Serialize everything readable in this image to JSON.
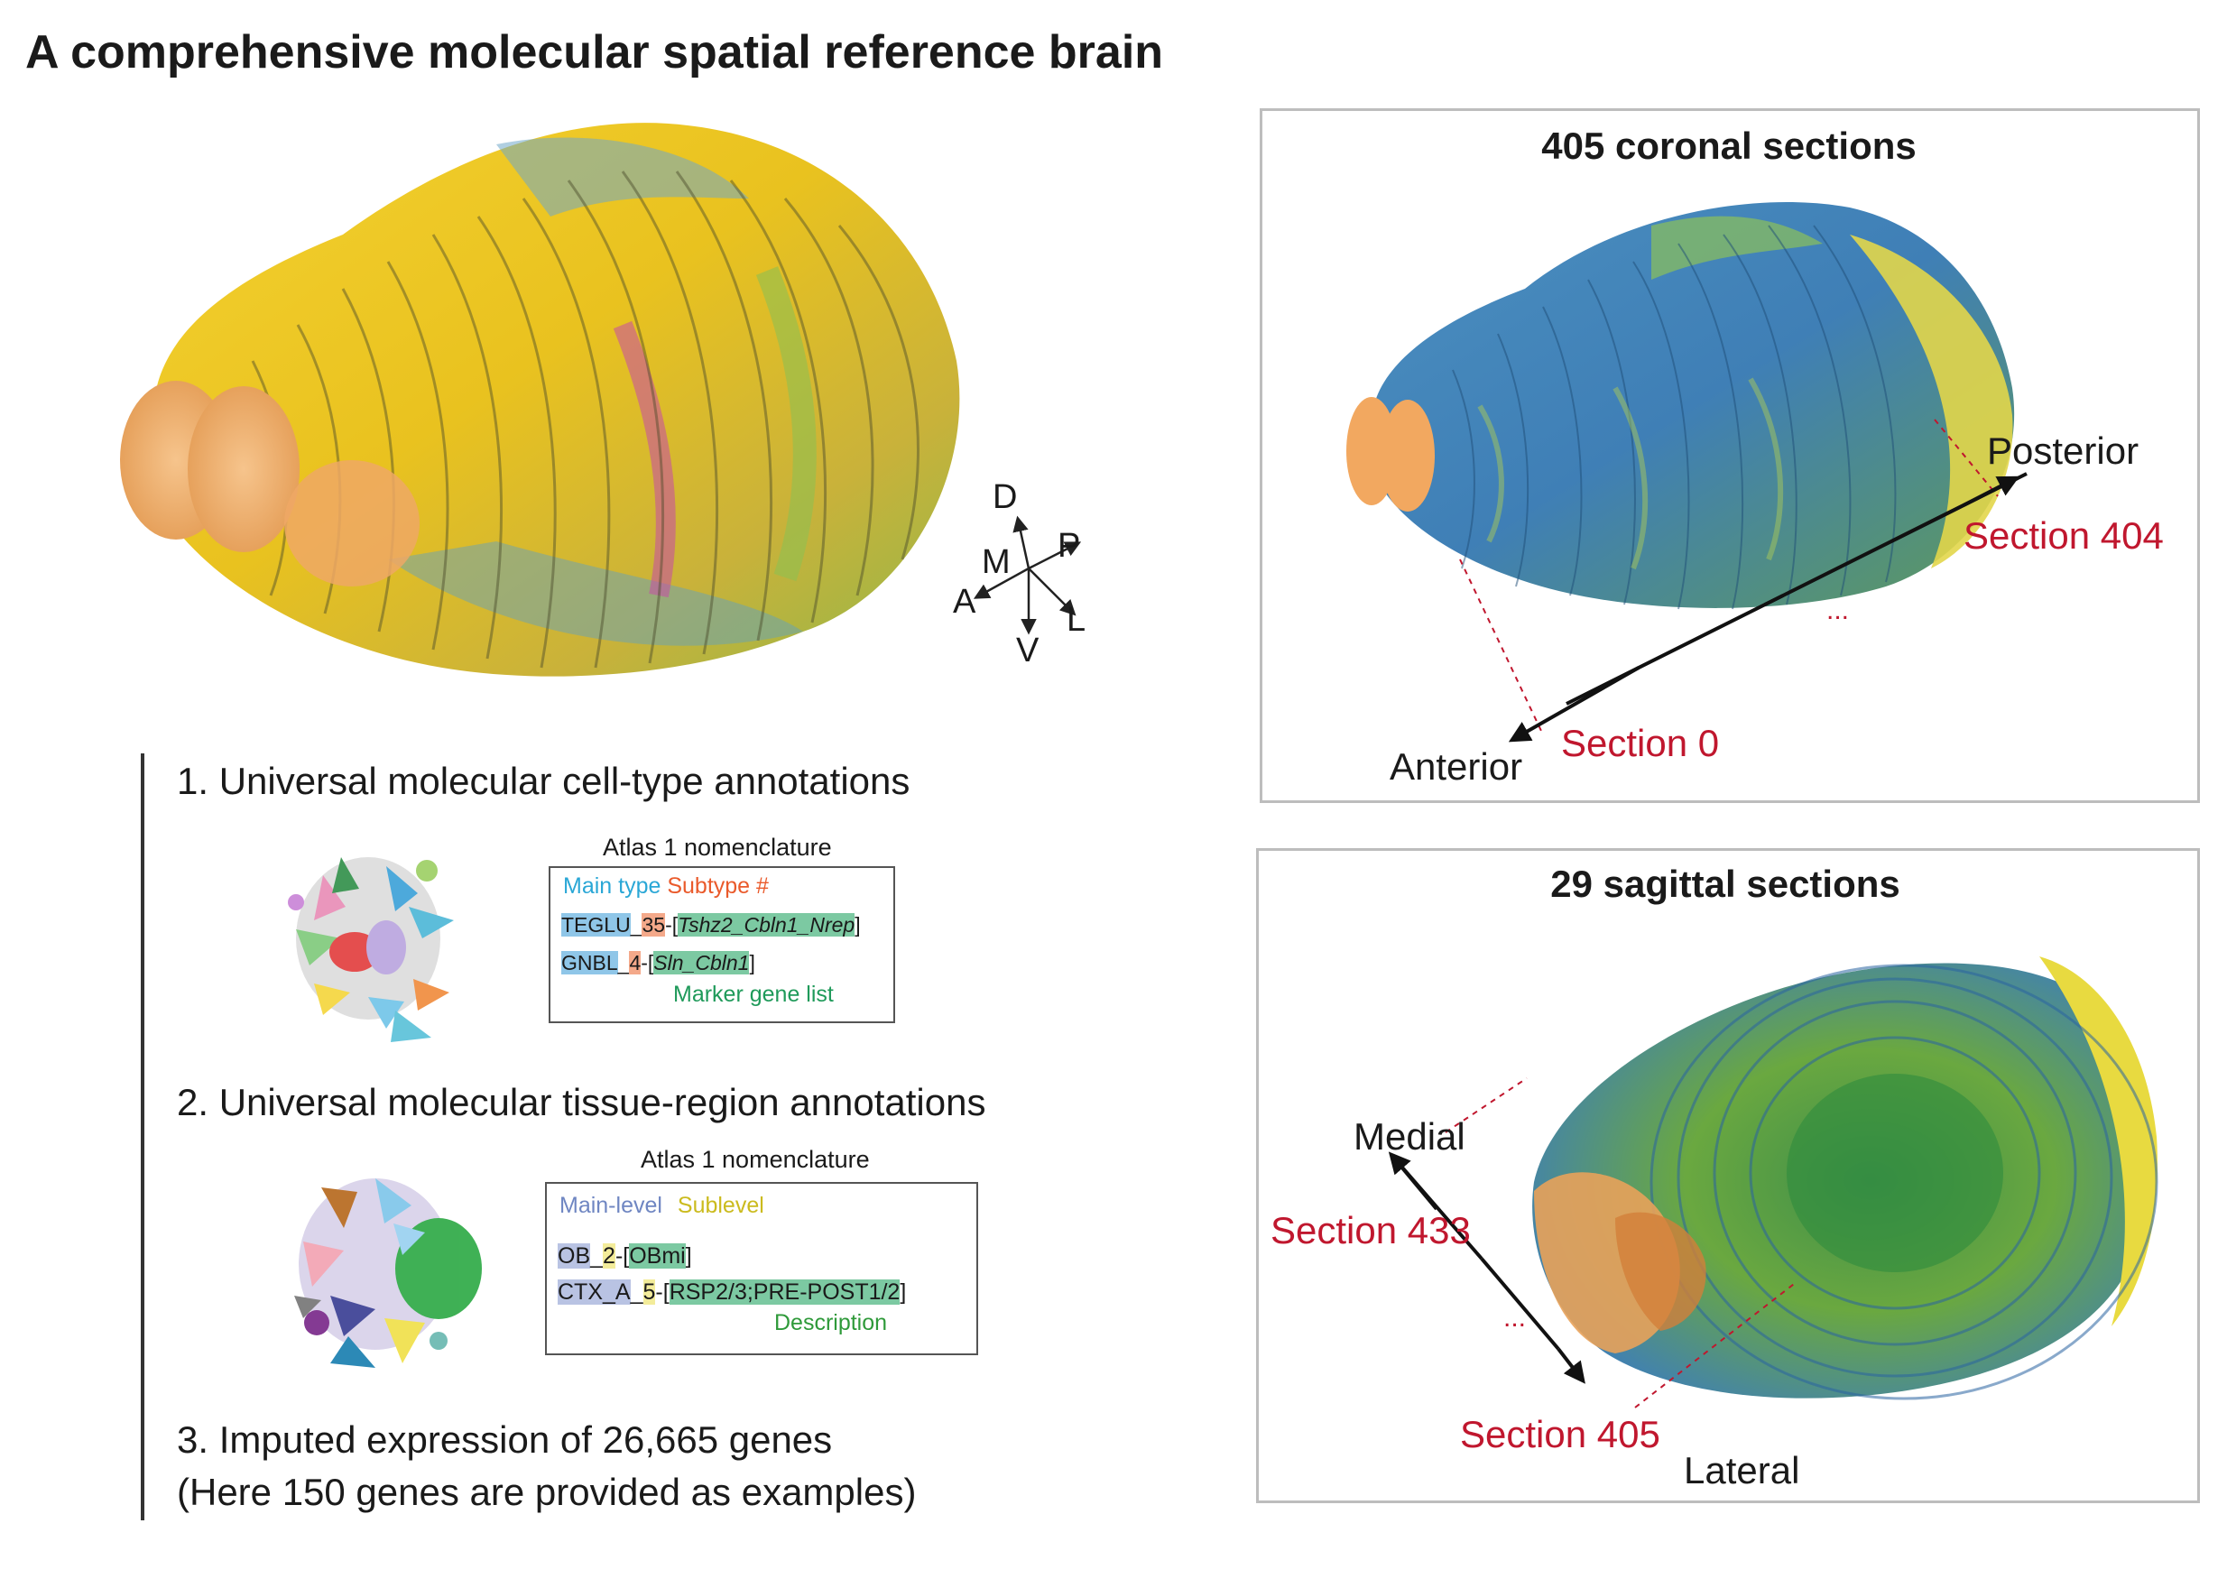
{
  "figure": {
    "title": "A comprehensive molecular spatial reference brain"
  },
  "axes_indicator": {
    "d": "D",
    "v": "V",
    "a": "A",
    "p": "P",
    "m": "M",
    "l": "L"
  },
  "coronal_panel": {
    "title": "405 coronal sections",
    "anterior": "Anterior",
    "posterior": "Posterior",
    "section_start": "Section 0",
    "section_end": "Section 404",
    "ellipsis": "..."
  },
  "sagittal_panel": {
    "title": "29 sagittal sections",
    "medial": "Medial",
    "lateral": "Lateral",
    "section_start": "Section 433",
    "section_end": "Section 405",
    "ellipsis": "..."
  },
  "annotations": {
    "item1": "1. Universal molecular cell-type annotations",
    "item2": "2. Universal molecular tissue-region annotations",
    "item3_line1": "3. Imputed expression of 26,665 genes",
    "item3_line2": "(Here 150 genes are provided as examples)"
  },
  "celltype_nomenclature": {
    "title": "Atlas 1 nomenclature",
    "main_type": "Main type",
    "subtype": "Subtype #",
    "row1": {
      "main": "TEGLU",
      "sep1": "_",
      "num": "35",
      "sep2": "-[",
      "markers": "Tshz2_Cbln1_Nrep",
      "close": "]"
    },
    "row2": {
      "main": "GNBL",
      "sep1": "_",
      "num": "4",
      "sep2": "-[",
      "markers": "Sln_Cbln1",
      "close": "]"
    },
    "marker_label": "Marker gene list"
  },
  "region_nomenclature": {
    "title": "Atlas 1 nomenclature",
    "main_level": "Main-level",
    "sublevel": "Sublevel",
    "row1": {
      "main": "OB",
      "sep1": "_",
      "num": "2",
      "sep2": "-[",
      "desc": "OBmi",
      "close": "]"
    },
    "row2": {
      "main": "CTX_A",
      "sep1": "_",
      "num": "5",
      "sep2": "-[",
      "desc": "RSP2/3;PRE-POST1/2",
      "close": "]"
    },
    "description_label": "Description"
  },
  "colors": {
    "main_type": "#2aa7d6",
    "subtype": "#ea5a2b",
    "marker": "#1f9a5a",
    "main_level": "#6f86c2",
    "sublevel": "#cbbb1e",
    "description": "#2f9a3a",
    "section_red": "#c0172e"
  }
}
